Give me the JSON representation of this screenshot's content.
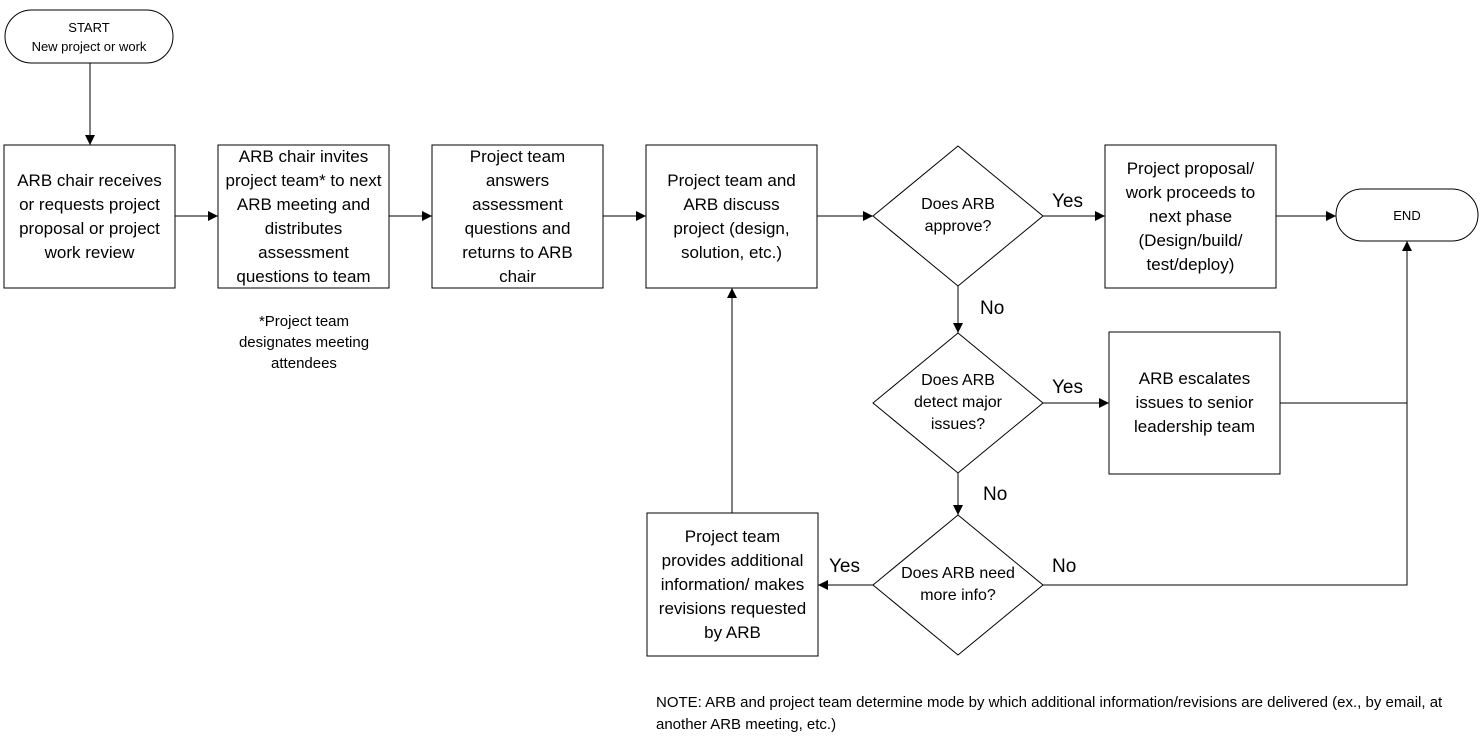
{
  "start": {
    "line1": "START",
    "line2": "New project or work"
  },
  "end": {
    "label": "END"
  },
  "steps": {
    "receive": "ARB chair receives or requests project proposal or project work review",
    "invite": "ARB chair invites project team* to next ARB meeting and distributes assessment questions to team",
    "answer": "Project team answers assessment questions and returns to ARB chair",
    "discuss": "Project team and ARB discuss project (design, solution, etc.)",
    "proceed": "Project proposal/ work proceeds to next phase (Design/build/ test/deploy)",
    "escalate": "ARB escalates issues to senior leadership team",
    "provide": "Project team provides additional information/ makes revisions requested by ARB"
  },
  "decisions": {
    "approve": "Does ARB approve?",
    "detect": "Does ARB detect major issues?",
    "more_info": "Does ARB need more info?"
  },
  "branch_labels": {
    "approve_yes": "Yes",
    "approve_no": "No",
    "detect_yes": "Yes",
    "detect_no": "No",
    "more_info_yes": "Yes",
    "more_info_no": "No"
  },
  "footnote": "*Project team designates meeting attendees",
  "note": "NOTE: ARB and project team determine mode by which additional information/revisions are delivered (ex., by email, at another ARB meeting, etc.)"
}
